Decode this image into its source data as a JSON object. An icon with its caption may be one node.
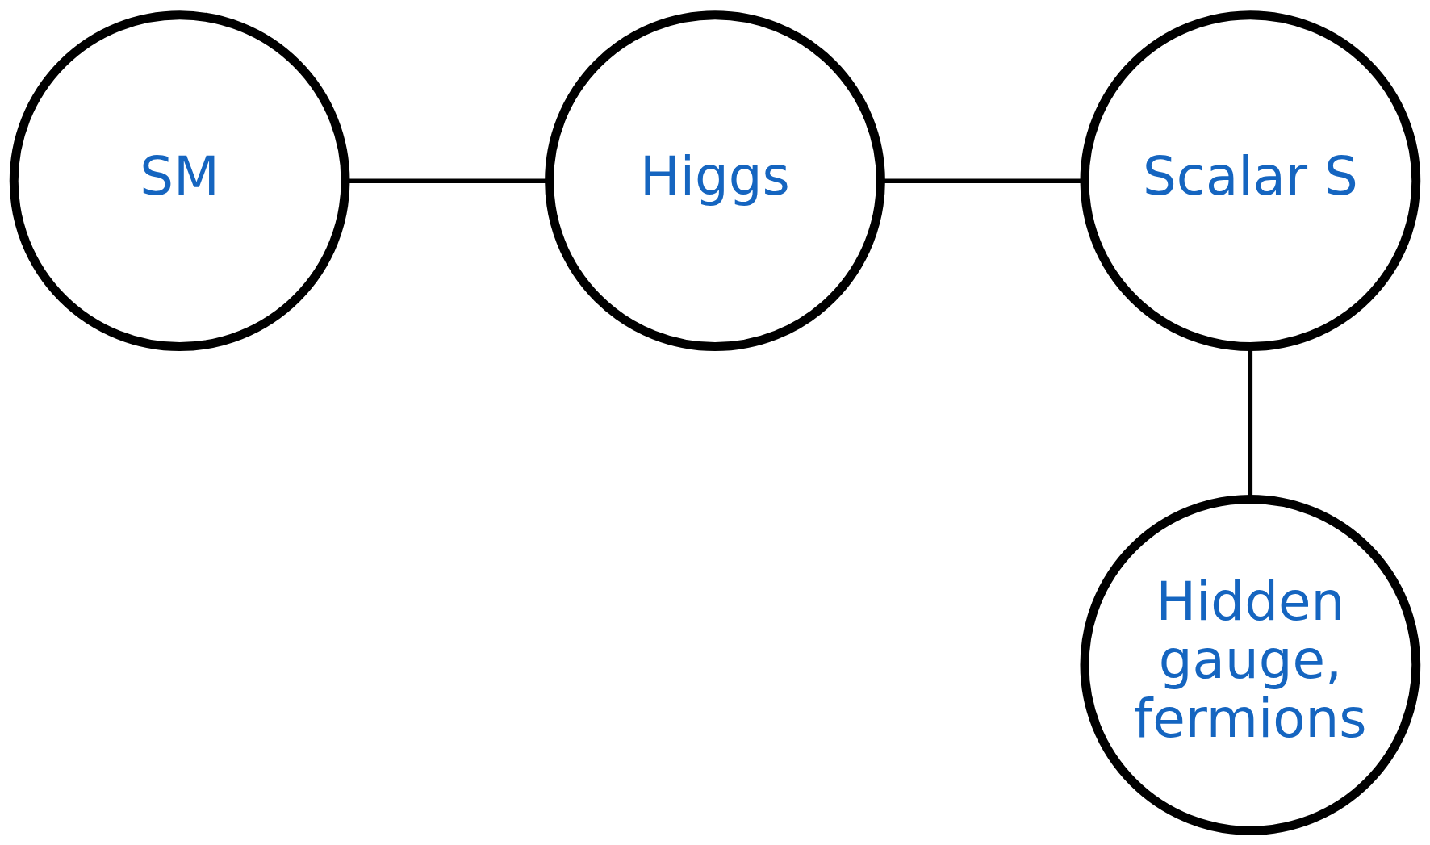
{
  "diagram": {
    "nodes": [
      {
        "text": [
          "SM"
        ]
      },
      {
        "text": [
          "Higgs"
        ]
      },
      {
        "text": [
          "Scalar S"
        ]
      },
      {
        "text": [
          "Hidden gauge, fermions"
        ]
      }
    ],
    "edges": [
      {
        "from": 0,
        "to": 1,
        "arrow": "none"
      },
      {
        "from": 1,
        "to": 2,
        "arrow": "none"
      },
      {
        "from": 2,
        "to": 3,
        "arrow": "none"
      }
    ]
  }
}
